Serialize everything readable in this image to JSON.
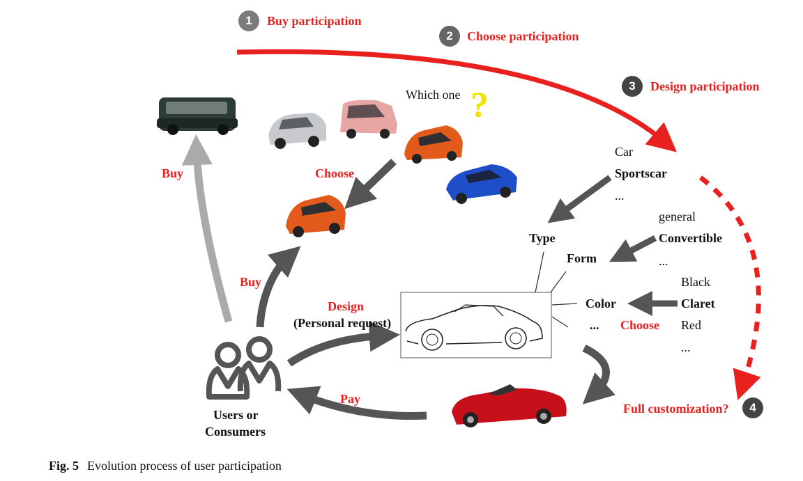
{
  "steps": [
    {
      "num": "1",
      "label": "Buy participation"
    },
    {
      "num": "2",
      "label": "Choose participation"
    },
    {
      "num": "3",
      "label": "Design participation"
    },
    {
      "num": "4",
      "label": "Full customization?"
    }
  ],
  "question": {
    "text": "Which one",
    "mark": "?"
  },
  "actions": {
    "buy_left": "Buy",
    "choose": "Choose",
    "buy_center": "Buy",
    "design": "Design",
    "personal_request": "(Personal request)",
    "pay": "Pay",
    "choose_color": "Choose"
  },
  "users": {
    "line1": "Users or",
    "line2": "Consumers"
  },
  "attributes": {
    "type": "Type",
    "form": "Form",
    "color": "Color",
    "more": "..."
  },
  "type_options": {
    "opt1": "Car",
    "opt2": "Sportscar",
    "opt3": "..."
  },
  "form_options": {
    "opt1": "general",
    "opt2": "Convertible",
    "opt3": "..."
  },
  "color_options": {
    "opt1": "Black",
    "opt2": "Claret",
    "opt3": "Red",
    "opt4": "..."
  },
  "caption": {
    "fig": "Fig. 5",
    "text": "Evolution process of user participation"
  },
  "colors": {
    "accent_red": "#e8211f",
    "arrow_gray": "#555555",
    "arrow_light": "#aaaaaa",
    "question_yellow": "#f2e200"
  },
  "icons": [
    "minivan-icon",
    "suv-icon",
    "pink-kcar-icon",
    "orange-hatchback-icon",
    "blue-sedan-icon",
    "sketch-roadster-icon",
    "red-convertible-icon",
    "users-icon"
  ]
}
